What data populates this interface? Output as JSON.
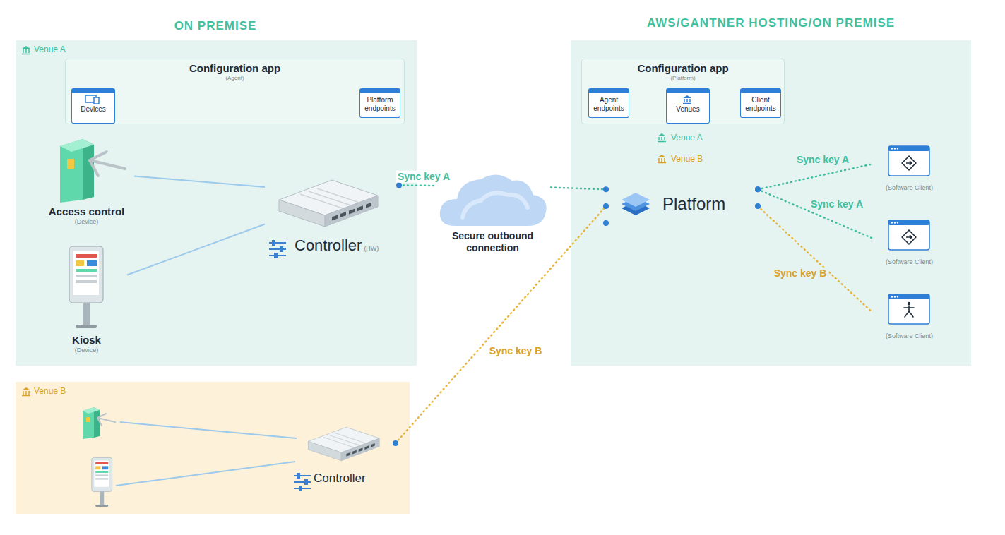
{
  "diagram": {
    "nodes": [
      {
        "text": [
          "Venue A"
        ]
      },
      {
        "text": [
          "Configuration app",
          "(Agent)"
        ],
        "in": 0
      },
      {
        "text": [
          "Devices"
        ],
        "in": 1
      },
      {
        "text": [
          "Platform endpoints"
        ],
        "in": 1
      },
      {
        "text": [
          "Access control",
          "(Device)"
        ],
        "in": 0
      },
      {
        "text": [
          "Kiosk",
          "(Device)"
        ],
        "in": 0
      },
      {
        "text": [
          "Controller",
          "(HW)"
        ],
        "in": 0
      },
      {
        "text": [
          "Secure outbound connection"
        ]
      },
      {
        "text": [
          "AWS/GANTNER HOSTING/ON PREMISE"
        ]
      },
      {
        "text": [
          "Configuration app",
          "(Platform)"
        ],
        "in": 8
      },
      {
        "text": [
          "Agent endpoints"
        ],
        "in": 9
      },
      {
        "text": [
          "Venues"
        ],
        "in": 9
      },
      {
        "text": [
          "Client endpoints"
        ],
        "in": 9
      },
      {
        "text": [
          "Platform"
        ],
        "in": 8
      },
      {
        "text": [
          "(Software Client)"
        ],
        "in": 8
      },
      {
        "text": [
          "(Software Client)"
        ],
        "in": 8
      },
      {
        "text": [
          "(Software Client)"
        ],
        "in": 8
      },
      {
        "text": [
          "Venue B"
        ]
      },
      {
        "text": [
          "Controller"
        ],
        "in": 17
      }
    ],
    "edges": [
      {
        "from": 4,
        "to": 6,
        "arrow": "none"
      },
      {
        "from": 5,
        "to": 6,
        "arrow": "none"
      },
      {
        "from": 6,
        "to": 7,
        "label": "Sync key A",
        "arrow": "none"
      },
      {
        "from": 7,
        "to": 13,
        "arrow": "none"
      },
      {
        "from": 18,
        "to": 13,
        "label": "Sync key B",
        "arrow": "none"
      },
      {
        "from": 13,
        "to": 14,
        "label": "Sync key A",
        "arrow": "none"
      },
      {
        "from": 13,
        "to": 15,
        "label": "Sync key A",
        "arrow": "none"
      },
      {
        "from": 13,
        "to": 16,
        "label": "Sync key B",
        "arrow": "none"
      }
    ],
    "labels": [
      "ON PREMISE",
      "Venue A",
      "Venue B"
    ]
  }
}
